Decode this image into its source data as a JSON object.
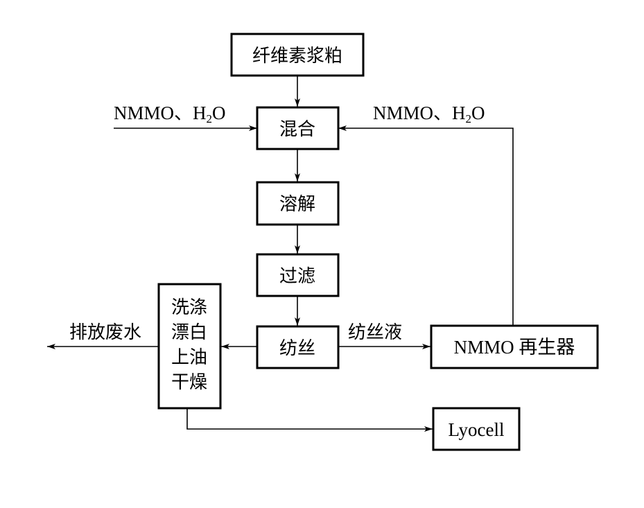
{
  "nodes": {
    "pulp": "纤维素浆粕",
    "mix": "混合",
    "dissolve": "溶解",
    "filter": "过滤",
    "spin": "纺丝",
    "regenerator": "NMMO 再生器",
    "post_line1": "洗涤",
    "post_line2": "漂白",
    "post_line3": "上油",
    "post_line4": "干燥",
    "product": "Lyocell"
  },
  "edge_labels": {
    "left_input_prefix": "NMMO、H",
    "left_input_sub": "2",
    "left_input_suffix": "O",
    "recycle_prefix": "NMMO、H",
    "recycle_sub": "2",
    "recycle_suffix": "O",
    "spin_solution": "纺丝液",
    "waste_water": "排放废水"
  }
}
